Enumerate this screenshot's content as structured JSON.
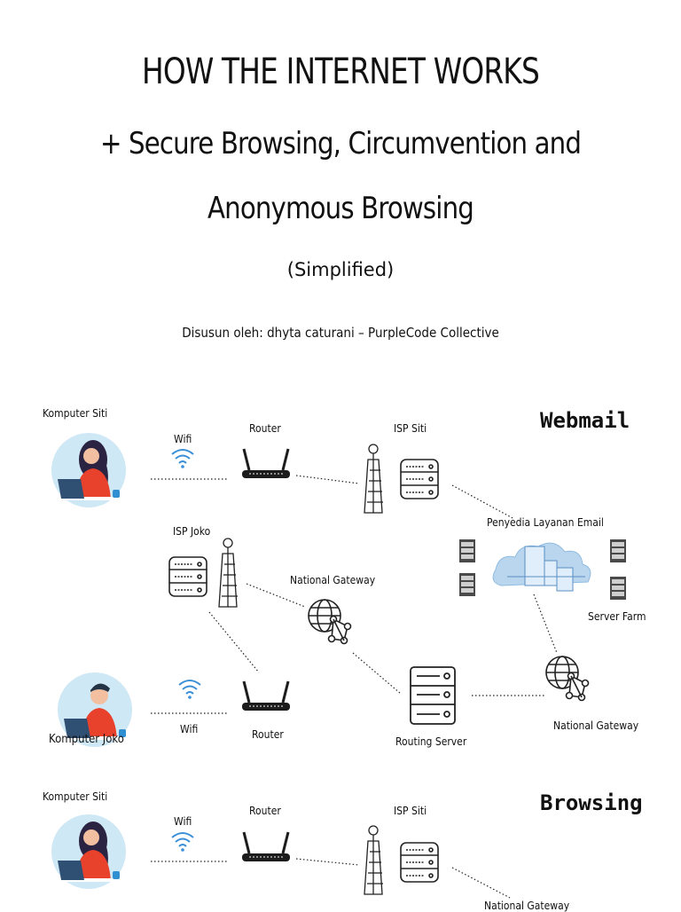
{
  "header": {
    "title": "HOW THE INTERNET WORKS",
    "subtitle_line1": "+ Secure Browsing, Circumvention and",
    "subtitle_line2": "Anonymous Browsing",
    "simplified": "(Simplified)",
    "credit": "Disusun oleh: dhyta caturani – PurpleCode Collective"
  },
  "webmail_diagram": {
    "heading": "Webmail",
    "komputer_siti": "Komputer Siti",
    "wifi_top": "Wifi",
    "router_top": "Router",
    "isp_siti": "ISP Siti",
    "isp_joko": "ISP Joko",
    "penyedia": "Penyedia Layanan Email",
    "national_gateway_left": "National Gateway",
    "server_farm": "Server Farm",
    "wifi_bottom": "Wifi",
    "router_bottom": "Router",
    "komputer_joko": "Komputer Joko",
    "routing_server": "Routing Server",
    "national_gateway_right": "National Gateway"
  },
  "browsing_diagram": {
    "heading": "Browsing",
    "komputer_siti": "Komputer Siti",
    "wifi": "Wifi",
    "router": "Router",
    "isp_siti": "ISP Siti",
    "national_gateway_partial": "National Gateway"
  },
  "colors": {
    "sky": "#cfe8f5",
    "shirt": "#e8412c",
    "hair_siti": "#2b2342",
    "hair_joko": "#243447",
    "laptop": "#2f4f73",
    "cloud": "#b9d6ee",
    "line": "#222222"
  }
}
